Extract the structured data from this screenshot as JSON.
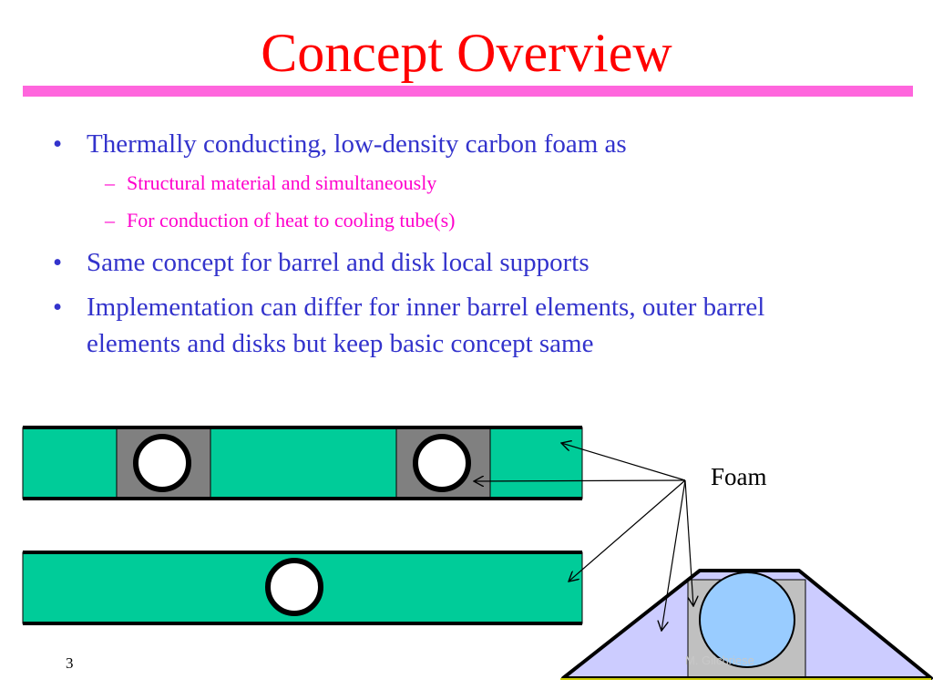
{
  "slide": {
    "title": "Concept Overview",
    "page_number": "3",
    "footer_credit": "M. Gilchriese"
  },
  "bullets": [
    {
      "text": "Thermally conducting, low-density carbon foam as",
      "sub": [
        "Structural material and simultaneously",
        "For conduction of heat to cooling tube(s)"
      ]
    },
    {
      "text": "Same concept for barrel and disk local supports"
    },
    {
      "text": "Implementation can differ for inner barrel elements, outer barrel elements and disks but keep basic concept same"
    }
  ],
  "diagram": {
    "label": "Foam",
    "colors": {
      "title": "#ff0000",
      "title_rule": "#ff66dd",
      "bullet_main": "#3333cc",
      "bullet_sub": "#ff00cc",
      "foam_green": "#00cc99",
      "block_gray": "#808080",
      "pipe_fill": "#99ccff",
      "lavender": "#ccccff",
      "light_gray": "#c0c0c0"
    }
  }
}
